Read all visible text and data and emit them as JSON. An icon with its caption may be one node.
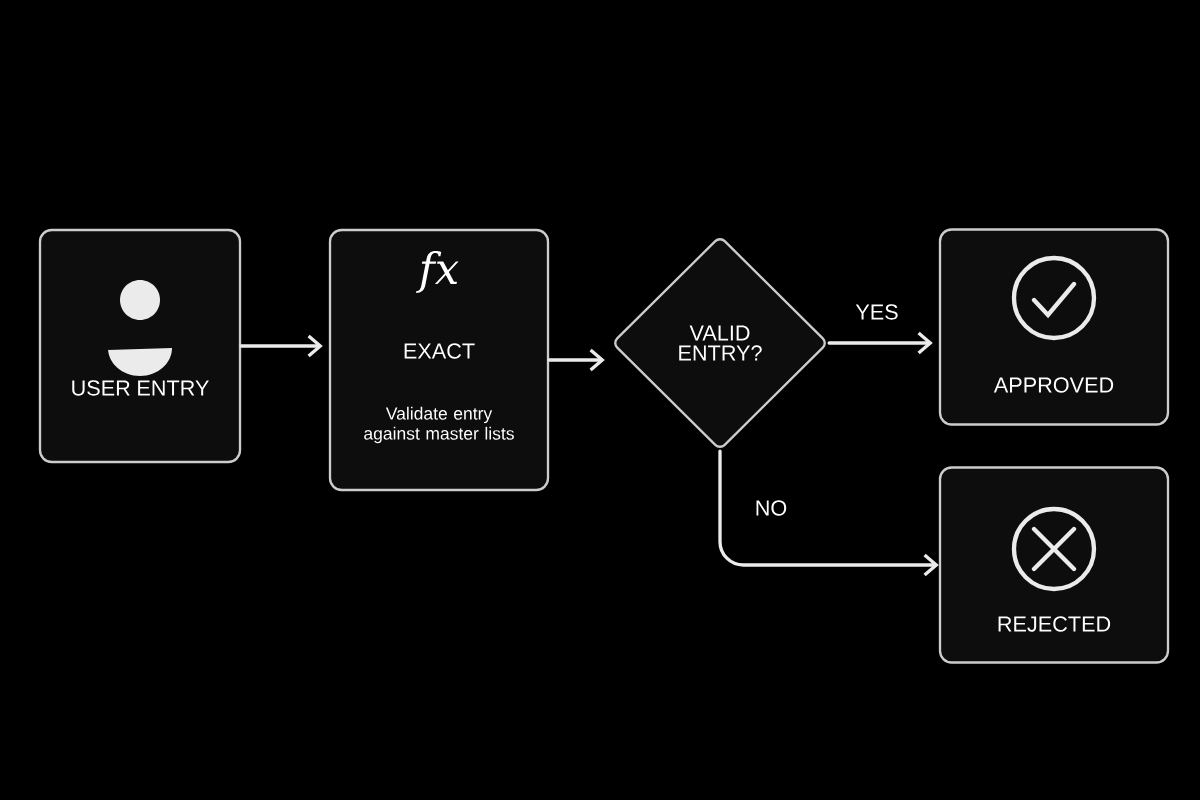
{
  "diagram": {
    "nodes": [
      {
        "text": [
          "USER ENTRY"
        ]
      },
      {
        "text": [
          "fx",
          "EXACT",
          "Validate entry against master lists"
        ]
      },
      {
        "text": [
          "VALID ENTRY?"
        ]
      },
      {
        "text": [
          "APPROVED"
        ]
      },
      {
        "text": [
          "REJECTED"
        ]
      }
    ],
    "edges": [
      {
        "from": 0,
        "to": 1,
        "arrow": "to"
      },
      {
        "from": 1,
        "to": 2,
        "arrow": "to"
      },
      {
        "from": 2,
        "to": 3,
        "arrow": "to",
        "label": "YES"
      },
      {
        "from": 2,
        "to": 4,
        "arrow": "to",
        "label": "NO"
      }
    ]
  }
}
